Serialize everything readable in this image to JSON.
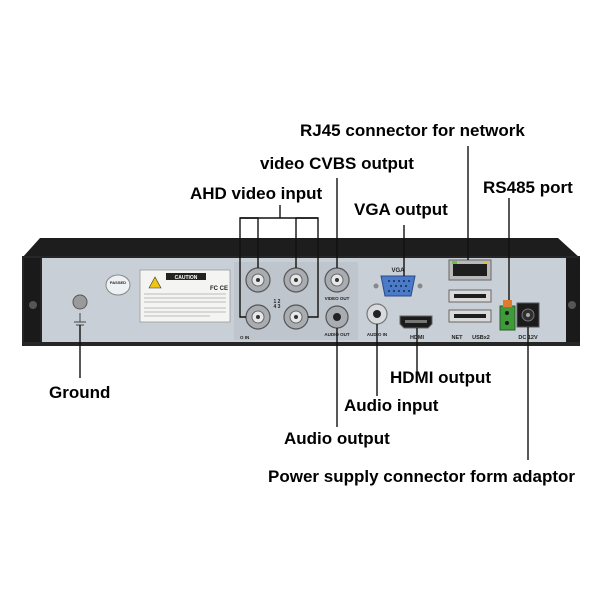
{
  "callouts": {
    "rj45": "RJ45 connector for network",
    "cvbs": "video CVBS output",
    "ahd": "AHD video input",
    "vga_out": "VGA output",
    "rs485": "RS485 port",
    "ground": "Ground",
    "hdmi_out": "HDMI output",
    "audio_in": "Audio input",
    "audio_out": "Audio output",
    "power": "Power supply connector form adaptor"
  },
  "panel": {
    "caution": "CAUTION",
    "fcc": "FC CE",
    "passed": "PASSED",
    "vga": "VGA",
    "hdmi": "HDMI",
    "net": "NET",
    "usb": "USBx2",
    "dc": "DC 12V",
    "video_out": "VIDEO OUT",
    "audio_out": "AUDIO OUT",
    "audio_in": "AUDIO IN",
    "video_in": "O IN",
    "ch12": "1 2",
    "ch34": "4 3"
  },
  "colors": {
    "panel": "#c9cfd6",
    "chassis": "#2a2a2a",
    "connector": "#b8bcc0",
    "vga_port": "#4a7ac8",
    "terminal": "#3f9a3a",
    "line": "#111111"
  }
}
